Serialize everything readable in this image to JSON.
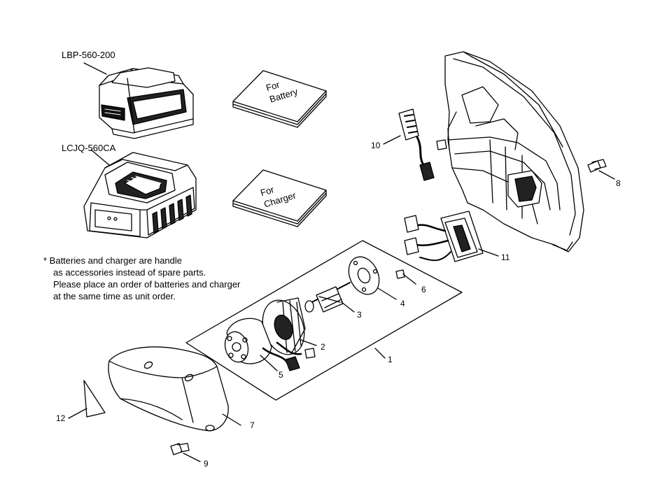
{
  "labels": {
    "battery_model": "LBP-560-200",
    "charger_model": "LCJQ-560CA",
    "book_battery": [
      "For",
      "Battery"
    ],
    "book_charger": [
      "For",
      "Charger"
    ]
  },
  "note": [
    "* Batteries and charger are handle",
    "as accessories instead of spare parts.",
    "Please place an order of  batteries and charger",
    "at the same time as unit order."
  ],
  "callouts": [
    "1",
    "2",
    "3",
    "4",
    "5",
    "6",
    "7",
    "8",
    "9",
    "10",
    "11",
    "12"
  ],
  "colors": {
    "line": "#000000",
    "fill": "#ffffff",
    "shade": "#333333"
  }
}
